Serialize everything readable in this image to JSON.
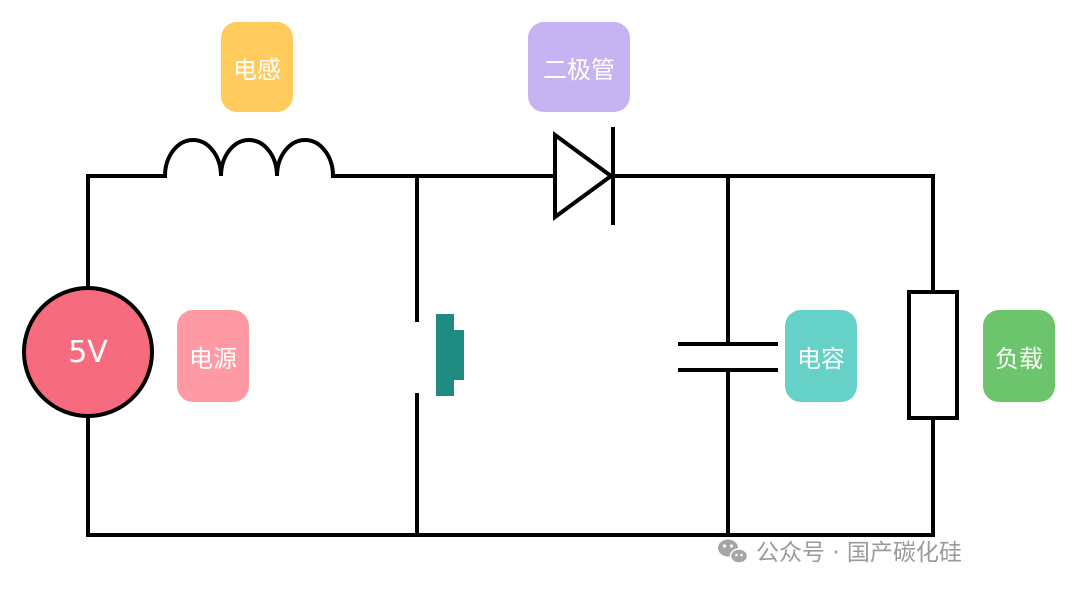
{
  "labels": {
    "inductor": "电感",
    "diode": "二极管",
    "source": "电源",
    "capacitor": "电容",
    "load": "负载",
    "source_voltage": "5V"
  },
  "colors": {
    "inductor": "#FFCB5C",
    "diode": "#C6B3F2",
    "source": "#FF9AA4",
    "capacitor": "#66D1C6",
    "load": "#6CC46C",
    "source_circle": "#F76B7E",
    "switch": "#1F8A80",
    "wire": "#000000"
  },
  "watermark": {
    "icon": "wechat-icon",
    "text": "公众号 · 国产碳化硅"
  }
}
